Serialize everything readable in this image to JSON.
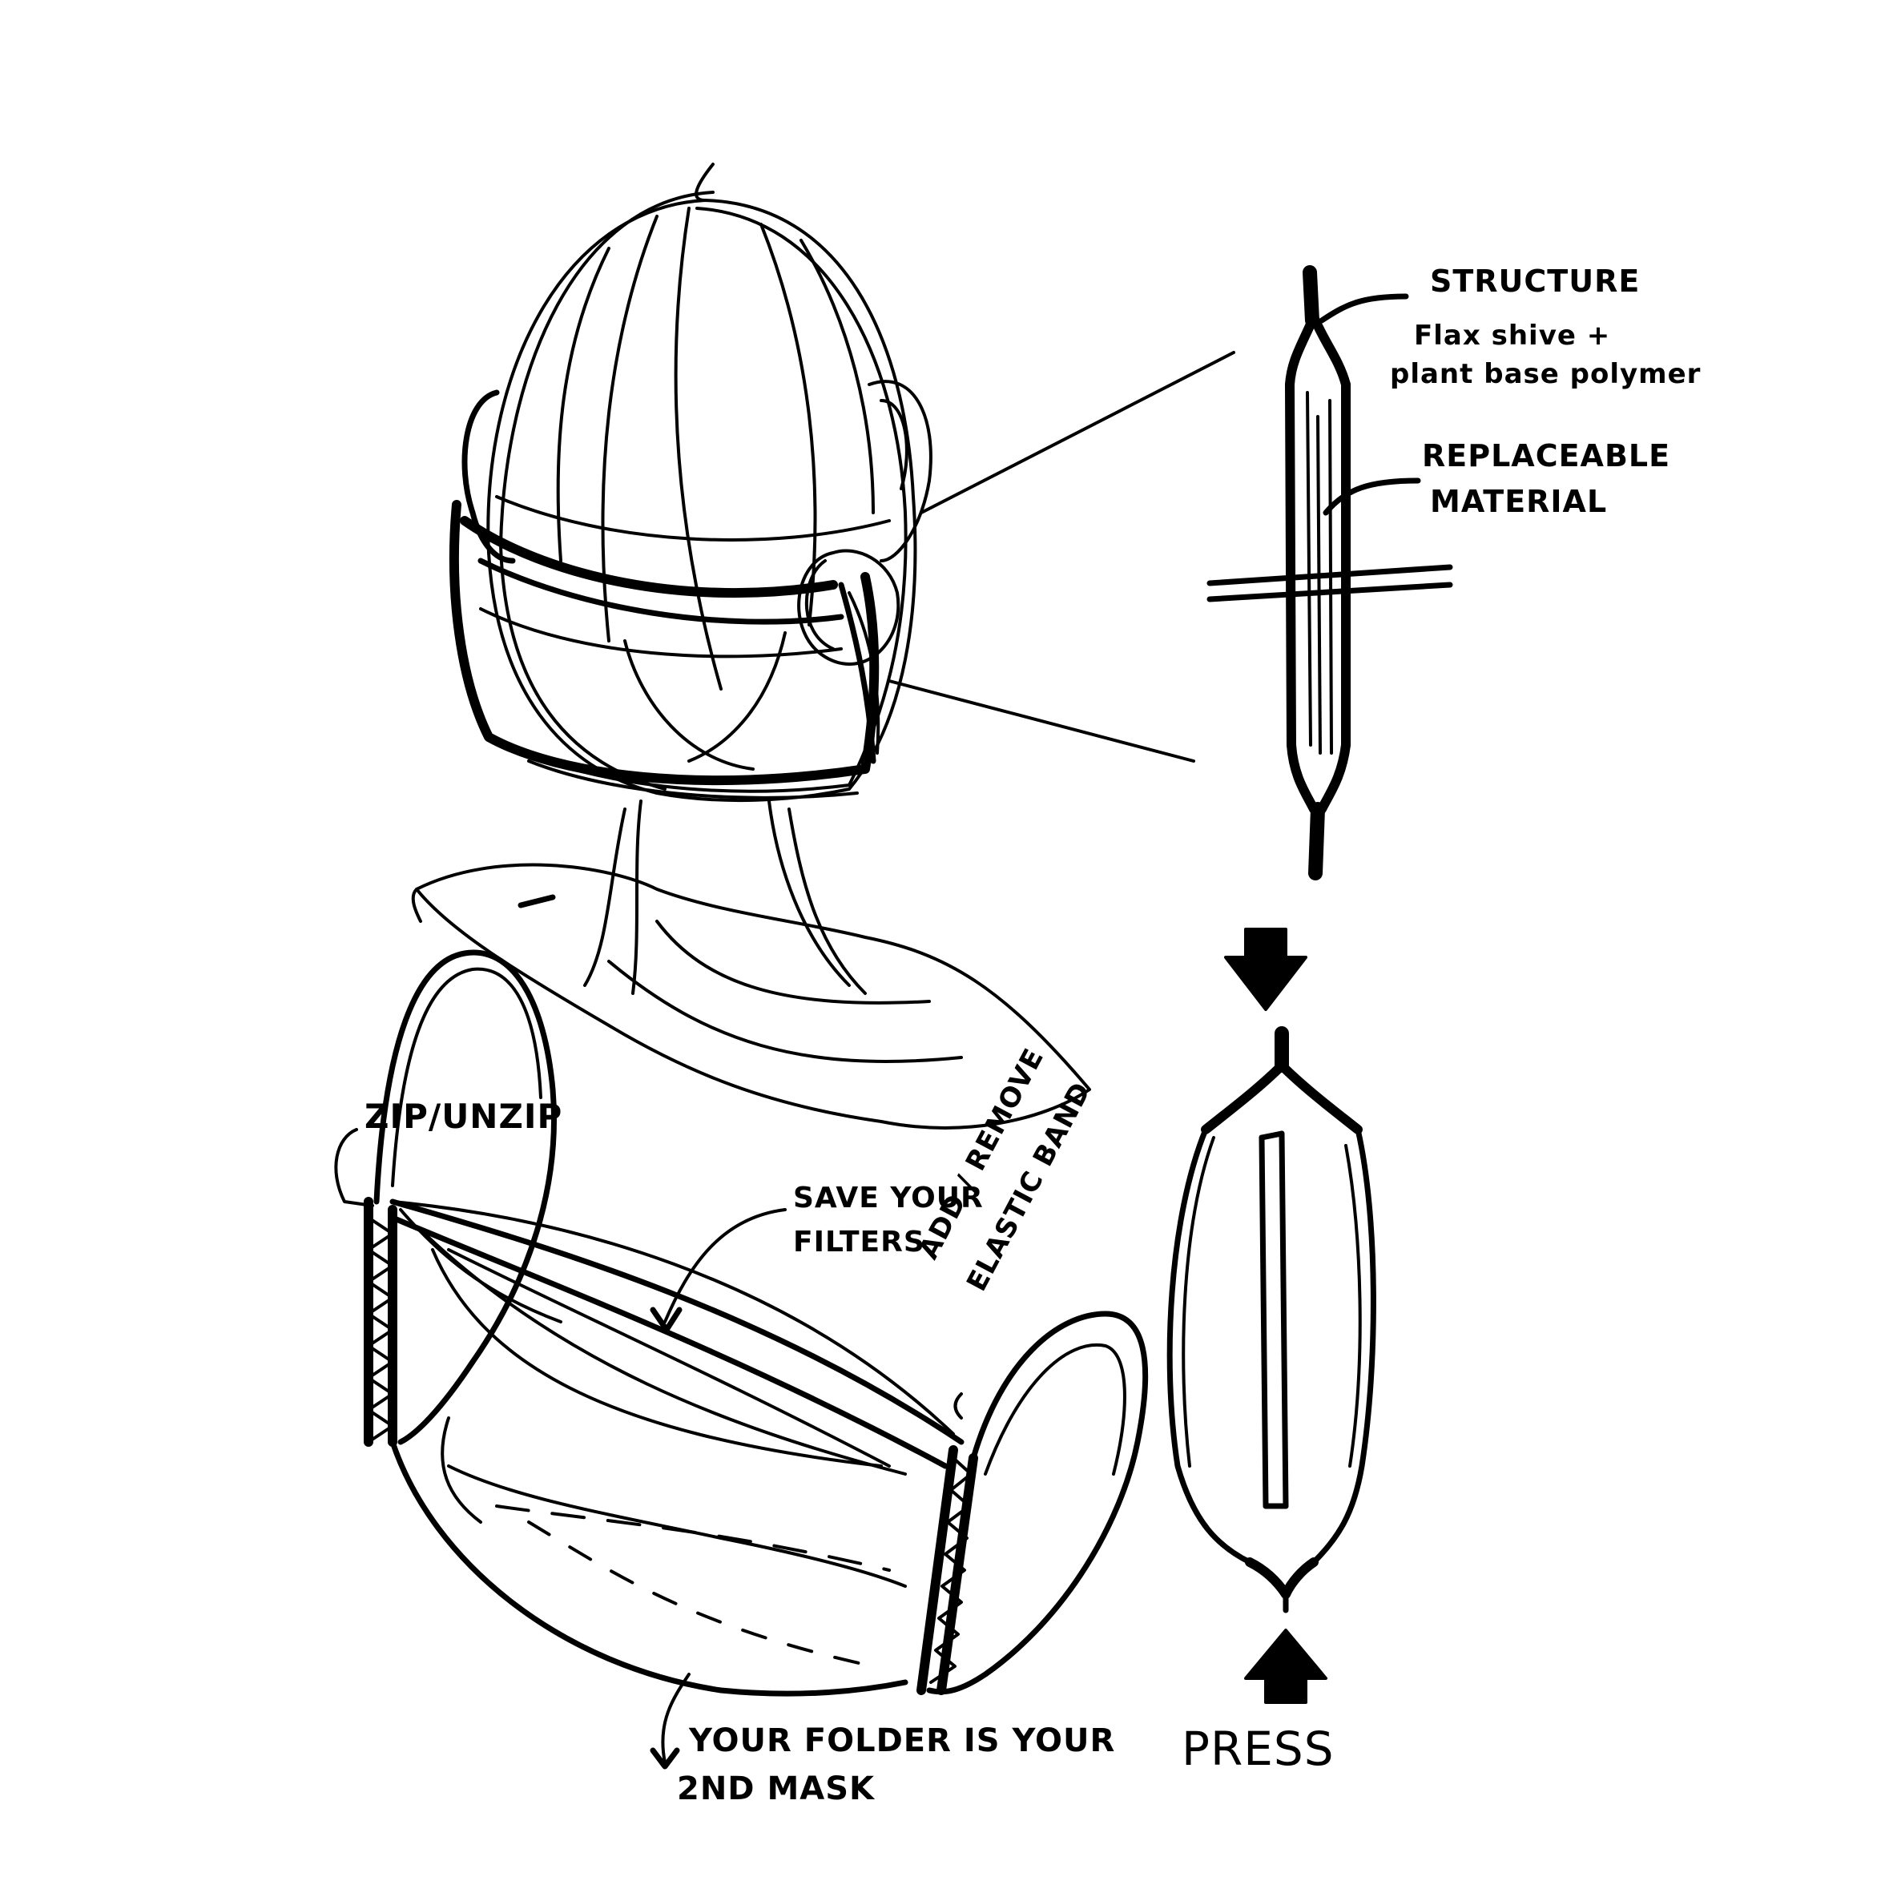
{
  "annotations": {
    "structure": "STRUCTURE",
    "structure_material_line1": "Flax shive +",
    "structure_material_line2": "plant base polymer",
    "replaceable_line1": "REPLACEABLE",
    "replaceable_line2": "MATERIAL",
    "zip": "ZIP/UNZIP",
    "save_filters_line1": "SAVE YOUR",
    "save_filters_line2": "FILTERS",
    "elastic_line1": "ADD / REMOVE",
    "elastic_line2": "ELASTIC BAND",
    "folder_line1": "YOUR FOLDER IS YOUR",
    "folder_line2": "2ND MASK",
    "press": "PRESS"
  },
  "colors": {
    "ink": "#000000",
    "paper": "#ffffff"
  }
}
